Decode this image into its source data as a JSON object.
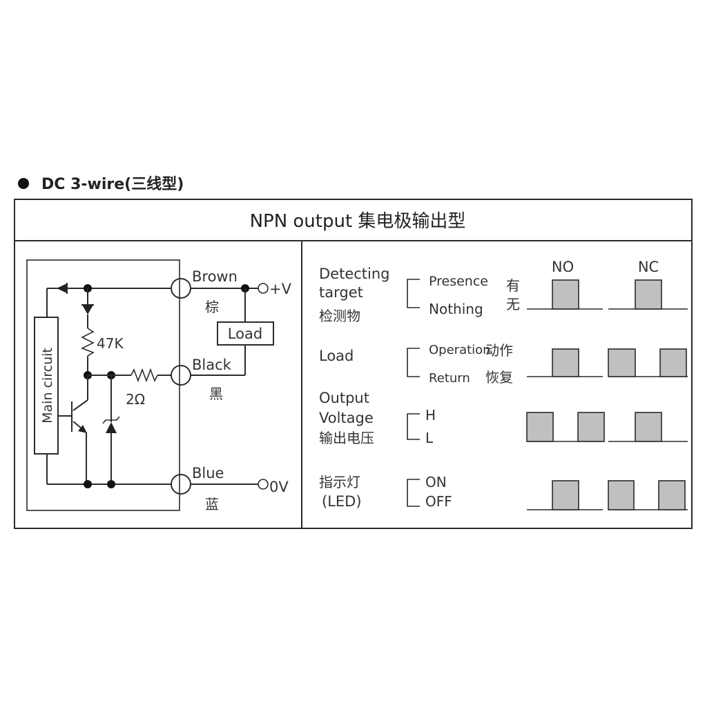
{
  "section_heading": "DC 3-wire(三线型)",
  "panel_title": "NPN output 集电极输出型",
  "circuit": {
    "main_circuit": "Main circuit",
    "resistor_47k": "47K",
    "resistor_2ohm": "2Ω",
    "load": "Load",
    "brown": "Brown",
    "brown_cn": "棕",
    "black": "Black",
    "black_cn": "黑",
    "blue": "Blue",
    "blue_cn": "蓝",
    "plus_v": "+V",
    "zero_v": "0V"
  },
  "timing": {
    "col_no": "NO",
    "col_nc": "NC",
    "rows": [
      {
        "l1": "Detecting",
        "l2": "target",
        "l3": "检测物",
        "s_top": "Presence",
        "s_top_cn": "有",
        "s_bot": "Nothing",
        "s_bot_cn": "无"
      },
      {
        "l1": "Load",
        "s_top": "Operation",
        "s_top_cn": "动作",
        "s_bot": "Return",
        "s_bot_cn": "恢复"
      },
      {
        "l1": "Output",
        "l2": "Voltage",
        "l3": "输出电压",
        "s_top": "H",
        "s_bot": "L"
      },
      {
        "l1": "指示灯",
        "l2": "(LED)",
        "s_top": "ON",
        "s_bot": "OFF"
      }
    ]
  }
}
